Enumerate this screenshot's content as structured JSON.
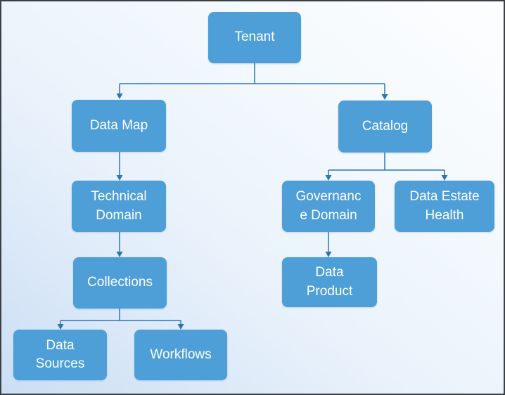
{
  "diagram": {
    "type": "hierarchy-tree",
    "nodes": {
      "tenant": {
        "label": "Tenant"
      },
      "data_map": {
        "label": "Data Map"
      },
      "catalog": {
        "label": "Catalog"
      },
      "technical_domain": {
        "label": "Technical\nDomain"
      },
      "governance_domain": {
        "label": "Governanc\ne Domain"
      },
      "data_estate_health": {
        "label": "Data Estate\nHealth"
      },
      "collections": {
        "label": "Collections"
      },
      "data_product": {
        "label": "Data\nProduct"
      },
      "data_sources": {
        "label": "Data\nSources"
      },
      "workflows": {
        "label": "Workflows"
      }
    },
    "edges": [
      {
        "from": "tenant",
        "to": "data_map"
      },
      {
        "from": "tenant",
        "to": "catalog"
      },
      {
        "from": "data_map",
        "to": "technical_domain"
      },
      {
        "from": "technical_domain",
        "to": "collections"
      },
      {
        "from": "collections",
        "to": "data_sources"
      },
      {
        "from": "collections",
        "to": "workflows"
      },
      {
        "from": "catalog",
        "to": "governance_domain"
      },
      {
        "from": "catalog",
        "to": "data_estate_health"
      },
      {
        "from": "governance_domain",
        "to": "data_product"
      }
    ],
    "colors": {
      "node_fill": "#4E9FD8",
      "node_text": "#FFFFFF",
      "connector": "#2E75B6",
      "background_bottom_left": "#CBDEF4",
      "background_top_right": "#FDFEFE",
      "frame_border": "#3B4047"
    }
  }
}
